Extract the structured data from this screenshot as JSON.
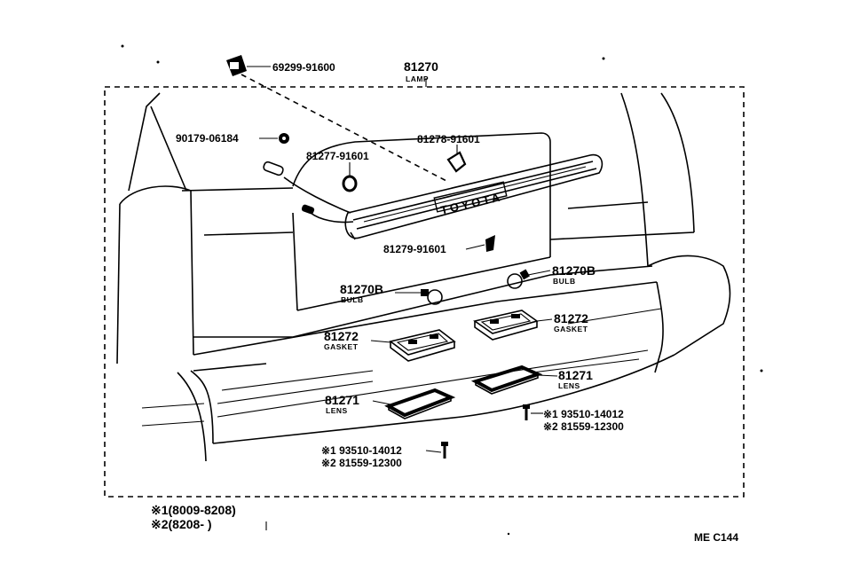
{
  "parts": {
    "p1": "69299-91600",
    "lamp_no": "81270",
    "lamp_name": "LAMP",
    "p2": "90179-06184",
    "p3": "81278-91601",
    "p4": "81277-91601",
    "p5": "81279-91601",
    "bulb_r_no": "81270B",
    "bulb_r_name": "BULB",
    "bulb_l_no": "81270B",
    "bulb_l_name": "BULB",
    "gasket_r_no": "81272",
    "gasket_r_name": "GASKET",
    "gasket_l_no": "81272",
    "gasket_l_name": "GASKET",
    "lens_r_no": "81271",
    "lens_r_name": "LENS",
    "lens_l_no": "81271",
    "lens_l_name": "LENS",
    "screw_r_1": "※1 93510-14012",
    "screw_r_2": "※2 81559-12300",
    "screw_l_1": "※1 93510-14012",
    "screw_l_2": "※2 81559-12300"
  },
  "lamp_lettering": "TOYOTA",
  "notes": {
    "n1": "※1(8009-8208)",
    "n2": "※2(8208-        )"
  },
  "diagram_code": "ME C144"
}
